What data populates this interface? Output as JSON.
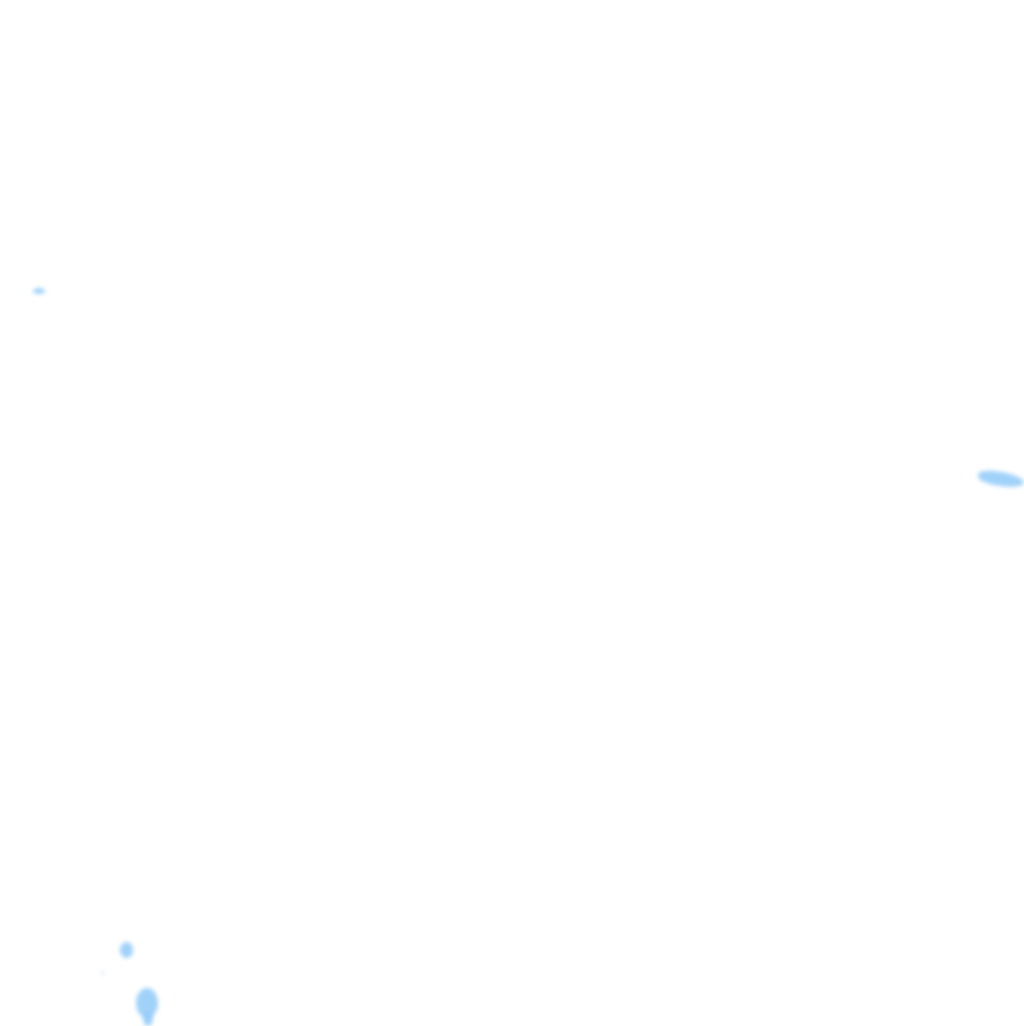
{
  "background_color": "#ffffff",
  "blob_color": "#90caf9",
  "blobs": [
    "blob-left",
    "blob-right",
    "blob-bottom-small",
    "blob-bottom-large",
    "blob-bottom-tail",
    "blob-faint"
  ]
}
